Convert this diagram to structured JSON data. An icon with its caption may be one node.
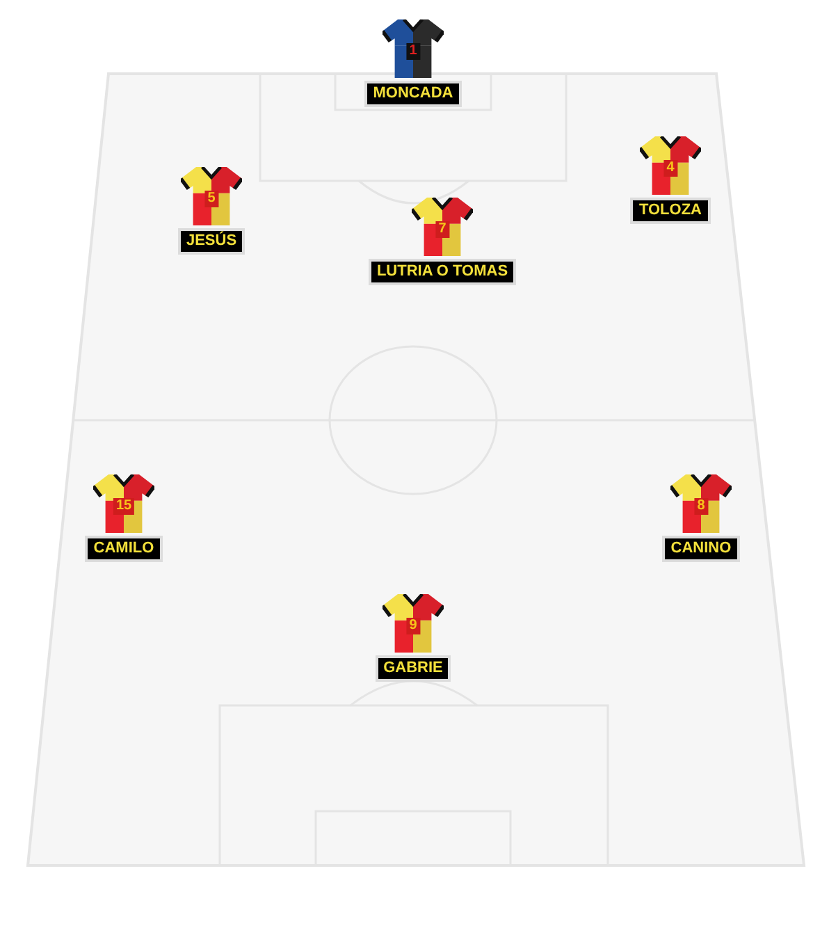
{
  "diagram": {
    "nodes": [
      {
        "text": [
          "1",
          "MONCADA"
        ]
      },
      {
        "text": [
          "5",
          "JESÚS"
        ]
      },
      {
        "text": [
          "7",
          "LUTRIA O TOMAS"
        ]
      },
      {
        "text": [
          "4",
          "TOLOZA"
        ]
      },
      {
        "text": [
          "15",
          "CAMILO"
        ]
      },
      {
        "text": [
          "8",
          "CANINO"
        ]
      },
      {
        "text": [
          "9",
          "GABRIE"
        ]
      }
    ]
  }
}
